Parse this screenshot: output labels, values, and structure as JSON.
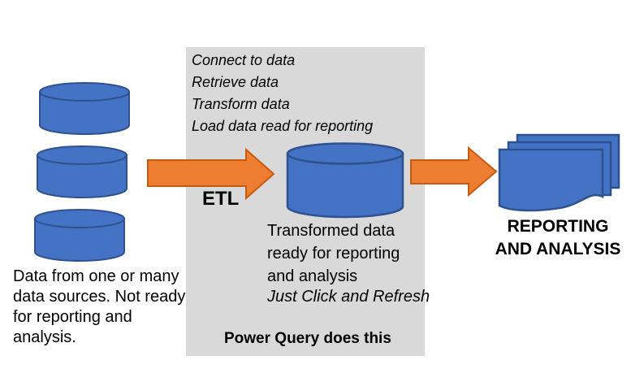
{
  "colors": {
    "shape_blue": "#4472C4",
    "shape_blue_border": "#2F528F",
    "arrow_orange": "#ED7D31",
    "arrow_orange_border": "#C55A11",
    "panel_gray": "#D9D9D9",
    "text_black": "#000000"
  },
  "source": {
    "caption": "Data from one or many\ndata sources. Not ready\nfor reporting and\nanalysis."
  },
  "etl_panel": {
    "steps": "Connect to data\nRetrieve data\nTransform data\nLoad data read for reporting",
    "arrow_label": "ETL",
    "result_caption": "Transformed data\nready for reporting\nand analysis",
    "result_note": "Just Click and Refresh",
    "footer": "Power Query does this"
  },
  "reporting": {
    "label": "REPORTING\nAND ANALYSIS"
  }
}
